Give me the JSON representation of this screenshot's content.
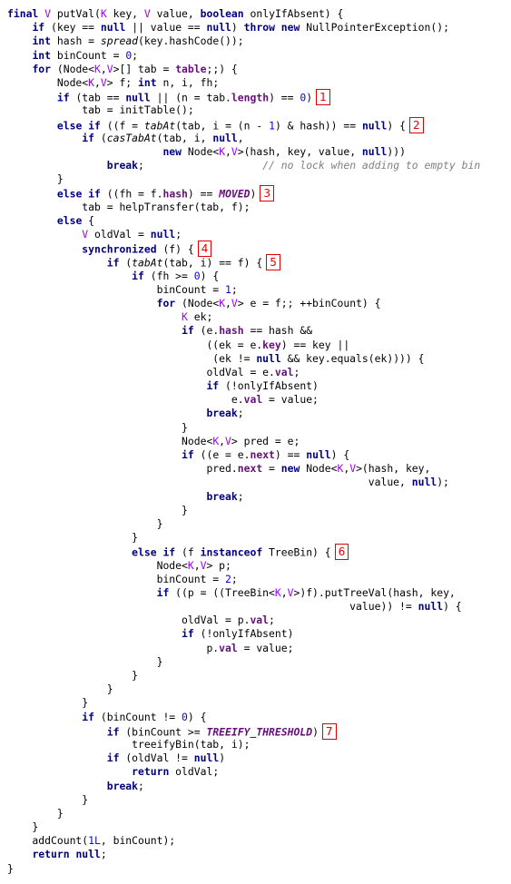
{
  "colors": {
    "keyword": "#000080",
    "type_param": "#9b00ff",
    "field": "#660e7a",
    "number": "#0000ff",
    "comment": "#808080",
    "marker": "#e00000",
    "background": "#ffffff"
  },
  "lines": [
    [
      [
        "kw",
        "final "
      ],
      [
        "tp",
        "V "
      ],
      [
        "",
        "putVal("
      ],
      [
        "tp",
        "K "
      ],
      [
        "",
        "key, "
      ],
      [
        "tp",
        "V "
      ],
      [
        "",
        "value, "
      ],
      [
        "kw",
        "boolean "
      ],
      [
        "",
        "onlyIfAbsent) {"
      ]
    ],
    [
      [
        "",
        "    "
      ],
      [
        "kw",
        "if "
      ],
      [
        "",
        "(key == "
      ],
      [
        "kw",
        "null "
      ],
      [
        "",
        "|| value == "
      ],
      [
        "kw",
        "null"
      ],
      [
        "",
        ") "
      ],
      [
        "kw",
        "throw new "
      ],
      [
        "",
        "NullPointerException();"
      ]
    ],
    [
      [
        "",
        "    "
      ],
      [
        "kw",
        "int "
      ],
      [
        "",
        "hash = "
      ],
      [
        "st",
        "spread"
      ],
      [
        "",
        "(key.hashCode());"
      ]
    ],
    [
      [
        "",
        "    "
      ],
      [
        "kw",
        "int "
      ],
      [
        "",
        "binCount = "
      ],
      [
        "nu",
        "0"
      ],
      [
        "",
        ";"
      ]
    ],
    [
      [
        "",
        "    "
      ],
      [
        "kw",
        "for "
      ],
      [
        "",
        "(Node<"
      ],
      [
        "tp",
        "K"
      ],
      [
        "",
        ","
      ],
      [
        "tp",
        "V"
      ],
      [
        "",
        ">[] tab = "
      ],
      [
        "fd",
        "table"
      ],
      [
        "",
        ";;) {"
      ]
    ],
    [
      [
        "",
        "        Node<"
      ],
      [
        "tp",
        "K"
      ],
      [
        "",
        ","
      ],
      [
        "tp",
        "V"
      ],
      [
        "",
        "> f; "
      ],
      [
        "kw",
        "int "
      ],
      [
        "",
        "n, i, fh;"
      ]
    ],
    [
      [
        "",
        "        "
      ],
      [
        "kw",
        "if "
      ],
      [
        "",
        "(tab == "
      ],
      [
        "kw",
        "null "
      ],
      [
        "",
        "|| (n = tab."
      ],
      [
        "fd",
        "length"
      ],
      [
        "",
        ") == "
      ],
      [
        "nu",
        "0"
      ],
      [
        "",
        ")"
      ],
      [
        "mk",
        "1"
      ]
    ],
    [
      [
        "",
        "            tab = initTable();"
      ]
    ],
    [
      [
        "",
        "        "
      ],
      [
        "kw",
        "else if "
      ],
      [
        "",
        "((f = "
      ],
      [
        "st",
        "tabAt"
      ],
      [
        "",
        "(tab, i = (n - "
      ],
      [
        "nu",
        "1"
      ],
      [
        "",
        ") & hash)) == "
      ],
      [
        "kw",
        "null"
      ],
      [
        "",
        ") {"
      ],
      [
        "mk",
        "2"
      ]
    ],
    [
      [
        "",
        "            "
      ],
      [
        "kw",
        "if "
      ],
      [
        "",
        "("
      ],
      [
        "st",
        "casTabAt"
      ],
      [
        "",
        "(tab, i, "
      ],
      [
        "kw",
        "null"
      ],
      [
        "",
        ","
      ]
    ],
    [
      [
        "",
        "                         "
      ],
      [
        "kw",
        "new "
      ],
      [
        "",
        "Node<"
      ],
      [
        "tp",
        "K"
      ],
      [
        "",
        ","
      ],
      [
        "tp",
        "V"
      ],
      [
        "",
        ">(hash, key, value, "
      ],
      [
        "kw",
        "null"
      ],
      [
        "",
        ")))"
      ]
    ],
    [
      [
        "",
        "                "
      ],
      [
        "kw",
        "break"
      ],
      [
        "",
        ";                   "
      ],
      [
        "cm",
        "// no lock when adding to empty bin"
      ]
    ],
    [
      [
        "",
        "        }"
      ]
    ],
    [
      [
        "",
        "        "
      ],
      [
        "kw",
        "else if "
      ],
      [
        "",
        "((fh = f."
      ],
      [
        "fd",
        "hash"
      ],
      [
        "",
        ") == "
      ],
      [
        "cn",
        "MOVED"
      ],
      [
        "",
        ")"
      ],
      [
        "mk",
        "3"
      ]
    ],
    [
      [
        "",
        "            tab = helpTransfer(tab, f);"
      ]
    ],
    [
      [
        "",
        "        "
      ],
      [
        "kw",
        "else "
      ],
      [
        "",
        "{"
      ]
    ],
    [
      [
        "",
        "            "
      ],
      [
        "tp",
        "V "
      ],
      [
        "",
        "oldVal = "
      ],
      [
        "kw",
        "null"
      ],
      [
        "",
        ";"
      ]
    ],
    [
      [
        "",
        "            "
      ],
      [
        "kw",
        "synchronized "
      ],
      [
        "",
        "(f) {"
      ],
      [
        "mk",
        "4"
      ]
    ],
    [
      [
        "",
        "                "
      ],
      [
        "kw",
        "if "
      ],
      [
        "",
        "("
      ],
      [
        "st",
        "tabAt"
      ],
      [
        "",
        "(tab, i) == f) {"
      ],
      [
        "mk",
        "5"
      ]
    ],
    [
      [
        "",
        "                    "
      ],
      [
        "kw",
        "if "
      ],
      [
        "",
        "(fh >= "
      ],
      [
        "nu",
        "0"
      ],
      [
        "",
        ") {"
      ]
    ],
    [
      [
        "",
        "                        binCount = "
      ],
      [
        "nu",
        "1"
      ],
      [
        "",
        ";"
      ]
    ],
    [
      [
        "",
        "                        "
      ],
      [
        "kw",
        "for "
      ],
      [
        "",
        "(Node<"
      ],
      [
        "tp",
        "K"
      ],
      [
        "",
        ","
      ],
      [
        "tp",
        "V"
      ],
      [
        "",
        "> e = f;; ++binCount) {"
      ]
    ],
    [
      [
        "",
        "                            "
      ],
      [
        "tp",
        "K "
      ],
      [
        "",
        "ek;"
      ]
    ],
    [
      [
        "",
        "                            "
      ],
      [
        "kw",
        "if "
      ],
      [
        "",
        "(e."
      ],
      [
        "fd",
        "hash "
      ],
      [
        "",
        "== hash &&"
      ]
    ],
    [
      [
        "",
        "                                ((ek = e."
      ],
      [
        "fd",
        "key"
      ],
      [
        "",
        ") == key ||"
      ]
    ],
    [
      [
        "",
        "                                 (ek != "
      ],
      [
        "kw",
        "null "
      ],
      [
        "",
        "&& key.equals(ek)))) {"
      ]
    ],
    [
      [
        "",
        "                                oldVal = e."
      ],
      [
        "fd",
        "val"
      ],
      [
        "",
        ";"
      ]
    ],
    [
      [
        "",
        "                                "
      ],
      [
        "kw",
        "if "
      ],
      [
        "",
        "(!onlyIfAbsent)"
      ]
    ],
    [
      [
        "",
        "                                    e."
      ],
      [
        "fd",
        "val "
      ],
      [
        "",
        "= value;"
      ]
    ],
    [
      [
        "",
        "                                "
      ],
      [
        "kw",
        "break"
      ],
      [
        "",
        ";"
      ]
    ],
    [
      [
        "",
        "                            }"
      ]
    ],
    [
      [
        "",
        "                            Node<"
      ],
      [
        "tp",
        "K"
      ],
      [
        "",
        ","
      ],
      [
        "tp",
        "V"
      ],
      [
        "",
        "> pred = e;"
      ]
    ],
    [
      [
        "",
        "                            "
      ],
      [
        "kw",
        "if "
      ],
      [
        "",
        "((e = e."
      ],
      [
        "fd",
        "next"
      ],
      [
        "",
        ") == "
      ],
      [
        "kw",
        "null"
      ],
      [
        "",
        ") {"
      ]
    ],
    [
      [
        "",
        "                                pred."
      ],
      [
        "fd",
        "next "
      ],
      [
        "",
        "= "
      ],
      [
        "kw",
        "new "
      ],
      [
        "",
        "Node<"
      ],
      [
        "tp",
        "K"
      ],
      [
        "",
        ","
      ],
      [
        "tp",
        "V"
      ],
      [
        "",
        ">(hash, key,"
      ]
    ],
    [
      [
        "",
        "                                                          value, "
      ],
      [
        "kw",
        "null"
      ],
      [
        "",
        ");"
      ]
    ],
    [
      [
        "",
        "                                "
      ],
      [
        "kw",
        "break"
      ],
      [
        "",
        ";"
      ]
    ],
    [
      [
        "",
        "                            }"
      ]
    ],
    [
      [
        "",
        "                        }"
      ]
    ],
    [
      [
        "",
        "                    }"
      ]
    ],
    [
      [
        "",
        "                    "
      ],
      [
        "kw",
        "else if "
      ],
      [
        "",
        "(f "
      ],
      [
        "kw",
        "instanceof "
      ],
      [
        "",
        "TreeBin) {"
      ],
      [
        "mk",
        "6"
      ]
    ],
    [
      [
        "",
        "                        Node<"
      ],
      [
        "tp",
        "K"
      ],
      [
        "",
        ","
      ],
      [
        "tp",
        "V"
      ],
      [
        "",
        "> p;"
      ]
    ],
    [
      [
        "",
        "                        binCount = "
      ],
      [
        "nu",
        "2"
      ],
      [
        "",
        ";"
      ]
    ],
    [
      [
        "",
        "                        "
      ],
      [
        "kw",
        "if "
      ],
      [
        "",
        "((p = ((TreeBin<"
      ],
      [
        "tp",
        "K"
      ],
      [
        "",
        ","
      ],
      [
        "tp",
        "V"
      ],
      [
        "",
        ">)f).putTreeVal(hash, key,"
      ]
    ],
    [
      [
        "",
        "                                                       value)) != "
      ],
      [
        "kw",
        "null"
      ],
      [
        "",
        ") {"
      ]
    ],
    [
      [
        "",
        "                            oldVal = p."
      ],
      [
        "fd",
        "val"
      ],
      [
        "",
        ";"
      ]
    ],
    [
      [
        "",
        "                            "
      ],
      [
        "kw",
        "if "
      ],
      [
        "",
        "(!onlyIfAbsent)"
      ]
    ],
    [
      [
        "",
        "                                p."
      ],
      [
        "fd",
        "val "
      ],
      [
        "",
        "= value;"
      ]
    ],
    [
      [
        "",
        "                        }"
      ]
    ],
    [
      [
        "",
        "                    }"
      ]
    ],
    [
      [
        "",
        "                }"
      ]
    ],
    [
      [
        "",
        "            }"
      ]
    ],
    [
      [
        "",
        "            "
      ],
      [
        "kw",
        "if "
      ],
      [
        "",
        "(binCount != "
      ],
      [
        "nu",
        "0"
      ],
      [
        "",
        ") {"
      ]
    ],
    [
      [
        "",
        "                "
      ],
      [
        "kw",
        "if "
      ],
      [
        "",
        "(binCount >= "
      ],
      [
        "cn",
        "TREEIFY_THRESHOLD"
      ],
      [
        "",
        ")"
      ],
      [
        "mk",
        "7"
      ]
    ],
    [
      [
        "",
        "                    treeifyBin(tab, i);"
      ]
    ],
    [
      [
        "",
        "                "
      ],
      [
        "kw",
        "if "
      ],
      [
        "",
        "(oldVal != "
      ],
      [
        "kw",
        "null"
      ],
      [
        "",
        ")"
      ]
    ],
    [
      [
        "",
        "                    "
      ],
      [
        "kw",
        "return "
      ],
      [
        "",
        "oldVal;"
      ]
    ],
    [
      [
        "",
        "                "
      ],
      [
        "kw",
        "break"
      ],
      [
        "",
        ";"
      ]
    ],
    [
      [
        "",
        "            }"
      ]
    ],
    [
      [
        "",
        "        }"
      ]
    ],
    [
      [
        "",
        "    }"
      ]
    ],
    [
      [
        "",
        "    addCount("
      ],
      [
        "nu",
        "1L"
      ],
      [
        "",
        ", binCount);"
      ]
    ],
    [
      [
        "",
        "    "
      ],
      [
        "kw",
        "return null"
      ],
      [
        "",
        ";"
      ]
    ],
    [
      [
        "",
        "}"
      ]
    ]
  ]
}
